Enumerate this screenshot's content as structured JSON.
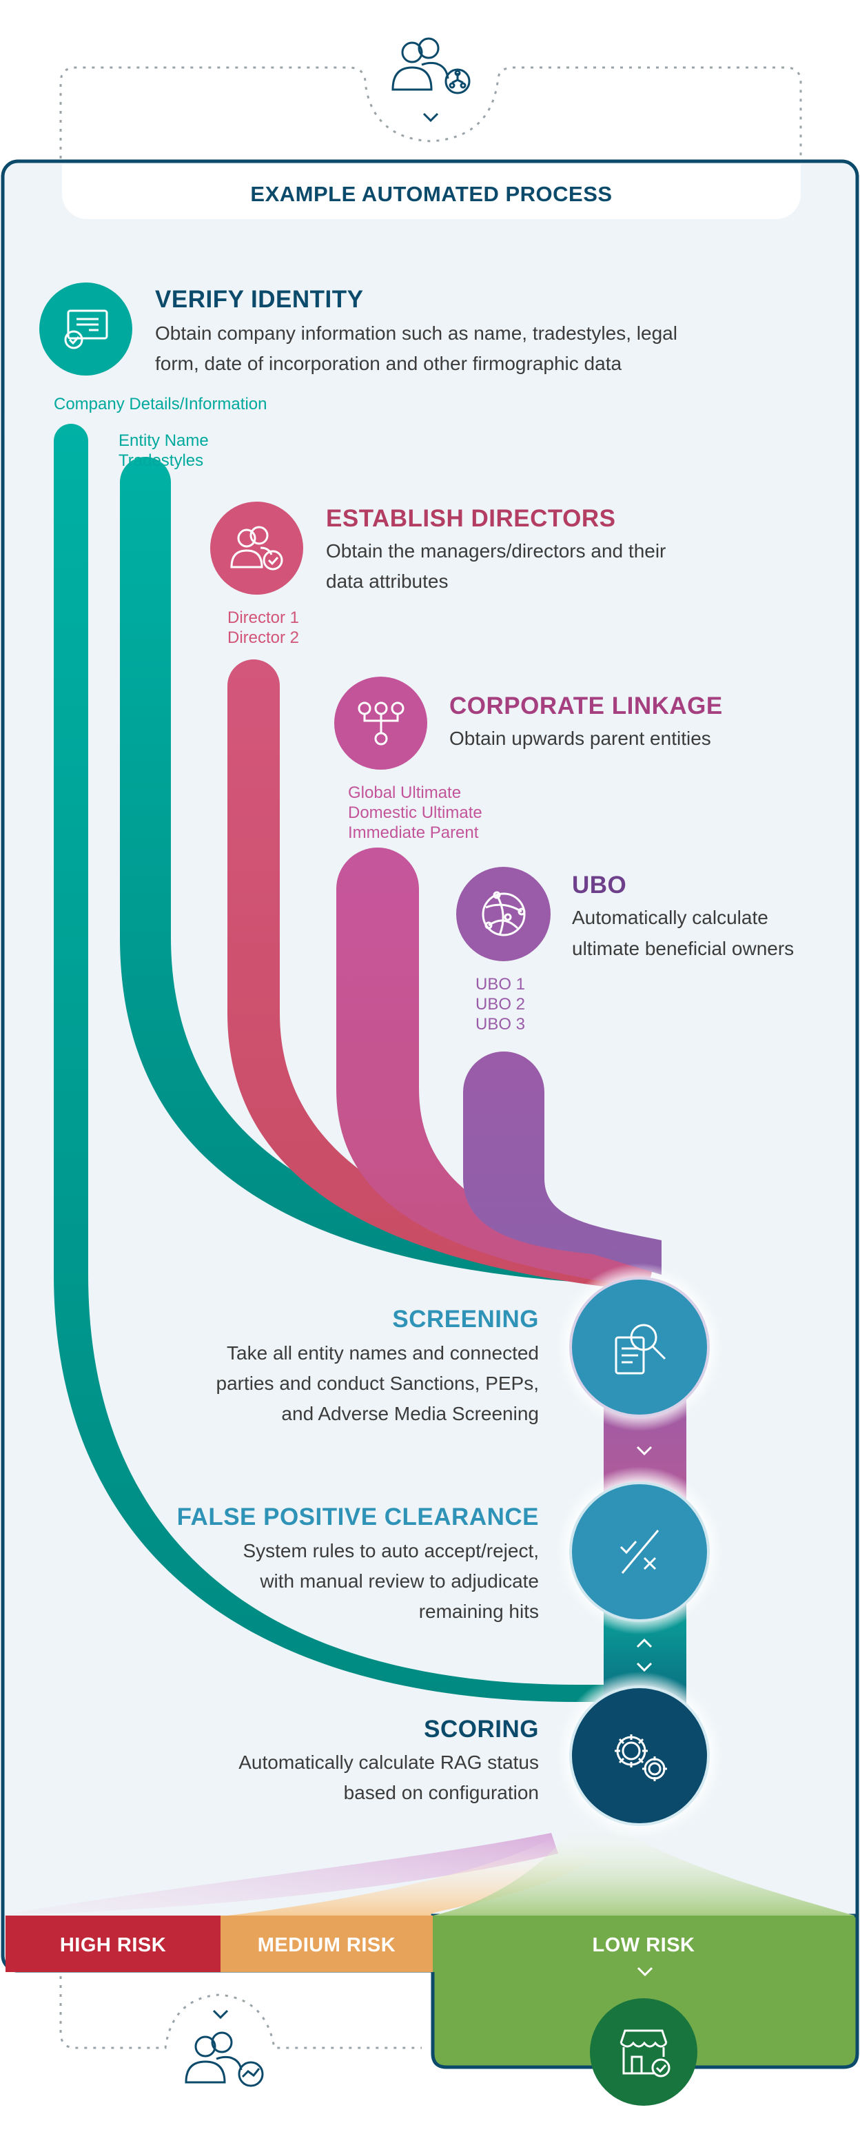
{
  "header": {
    "title": "EXAMPLE AUTOMATED PROCESS"
  },
  "steps": {
    "verify": {
      "title": "VERIFY IDENTITY",
      "desc_line1": "Obtain company information such as name, tradestyles, legal",
      "desc_line2": "form, date of incorporation and other firmographic data",
      "tag1": "Company Details/Information",
      "tag2": "Entity Name",
      "tag3": "Tradestyles"
    },
    "directors": {
      "title": "ESTABLISH DIRECTORS",
      "desc_line1": "Obtain the managers/directors and their",
      "desc_line2": "data attributes",
      "tag1": "Director 1",
      "tag2": "Director 2"
    },
    "linkage": {
      "title": "CORPORATE LINKAGE",
      "desc_line1": "Obtain upwards parent entities",
      "tag1": "Global Ultimate",
      "tag2": "Domestic Ultimate",
      "tag3": "Immediate Parent"
    },
    "ubo": {
      "title": "UBO",
      "desc_line1": "Automatically calculate",
      "desc_line2": "ultimate beneficial owners",
      "tag1": "UBO 1",
      "tag2": "UBO 2",
      "tag3": "UBO 3"
    },
    "screening": {
      "title": "SCREENING",
      "desc_line1": "Take all entity names and connected",
      "desc_line2": "parties and conduct Sanctions, PEPs,",
      "desc_line3": "and Adverse Media Screening"
    },
    "false_positive": {
      "title": "FALSE POSITIVE CLEARANCE",
      "desc_line1": "System rules to auto accept/reject,",
      "desc_line2": "with manual review to adjudicate",
      "desc_line3": "remaining hits"
    },
    "scoring": {
      "title": "SCORING",
      "desc_line1": "Automatically calculate RAG status",
      "desc_line2": "based on configuration"
    }
  },
  "risk": {
    "high": "HIGH RISK",
    "medium": "MEDIUM RISK",
    "low": "LOW RISK"
  },
  "icons": {
    "top": "users-hierarchy-icon",
    "verify": "certificate-icon",
    "directors": "user-check-icon",
    "linkage": "org-chart-icon",
    "ubo": "network-globe-icon",
    "screening": "document-search-icon",
    "false_positive": "check-cross-icon",
    "scoring": "gears-icon",
    "low_risk": "store-check-icon",
    "bottom": "users-trend-icon"
  },
  "colors": {
    "teal": "#00a99d",
    "navy": "#0b4a6a",
    "directors": "#d25579",
    "linkage": "#c3549a",
    "ubo": "#9a5ca8",
    "screening": "#2e93b6",
    "high": "#c0283a",
    "medium": "#e8a35a",
    "low": "#74ab4a"
  }
}
